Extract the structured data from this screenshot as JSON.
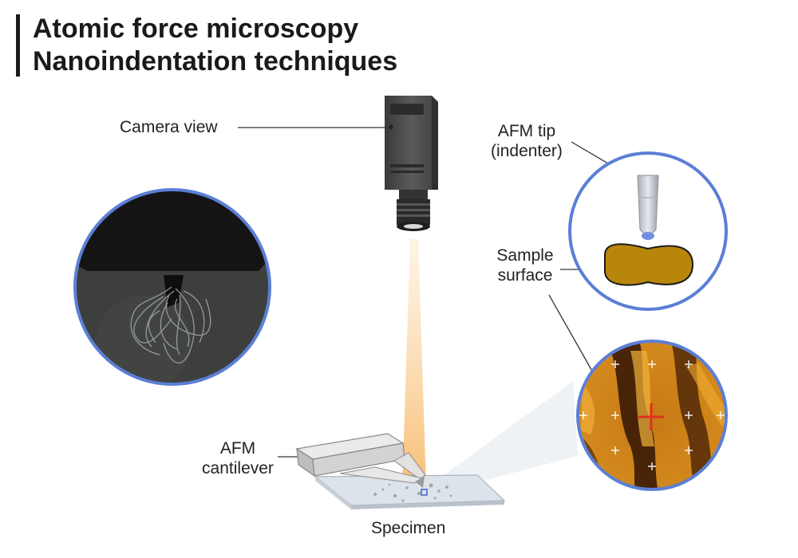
{
  "title": {
    "line1": "Atomic force microscopy",
    "line2": "Nanoindentation techniques"
  },
  "labels": {
    "camera_view": "Camera view",
    "afm_tip_line1": "AFM tip",
    "afm_tip_line2": "(indenter)",
    "sample_surface_line1": "Sample",
    "sample_surface_line2": "surface",
    "afm_cantilever_line1": "AFM",
    "afm_cantilever_line2": "cantilever",
    "specimen": "Specimen"
  },
  "colors": {
    "circle_border": "#5b7fd6",
    "sample_fill": "#b8860b",
    "afm_map_dark": "#3a1a05",
    "afm_map_light": "#e8a020",
    "crosshair": "#e03020",
    "camera_body": "#4a4a4a",
    "light_beam": "#f7c98a"
  }
}
